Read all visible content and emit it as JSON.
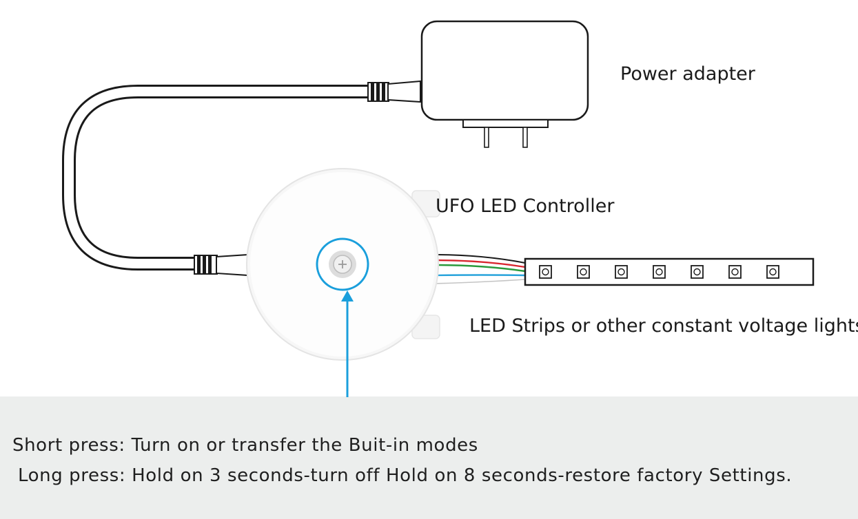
{
  "labels": {
    "power_adapter": "Power adapter",
    "ufo_controller": "UFO LED Controller",
    "led_strips": "LED Strips or other constant voltage lights"
  },
  "instructions": {
    "short_press": "Short press: Turn on or transfer the Buit-in modes",
    "long_press": "Long press: Hold on 3 seconds-turn off Hold on 8 seconds-restore factory Settings."
  },
  "colors": {
    "highlight": "#1a9fdc",
    "wire_red": "#d8262f",
    "wire_green": "#2a9a3c",
    "wire_blue": "#27a3db",
    "panel_bg": "#eceeed"
  }
}
